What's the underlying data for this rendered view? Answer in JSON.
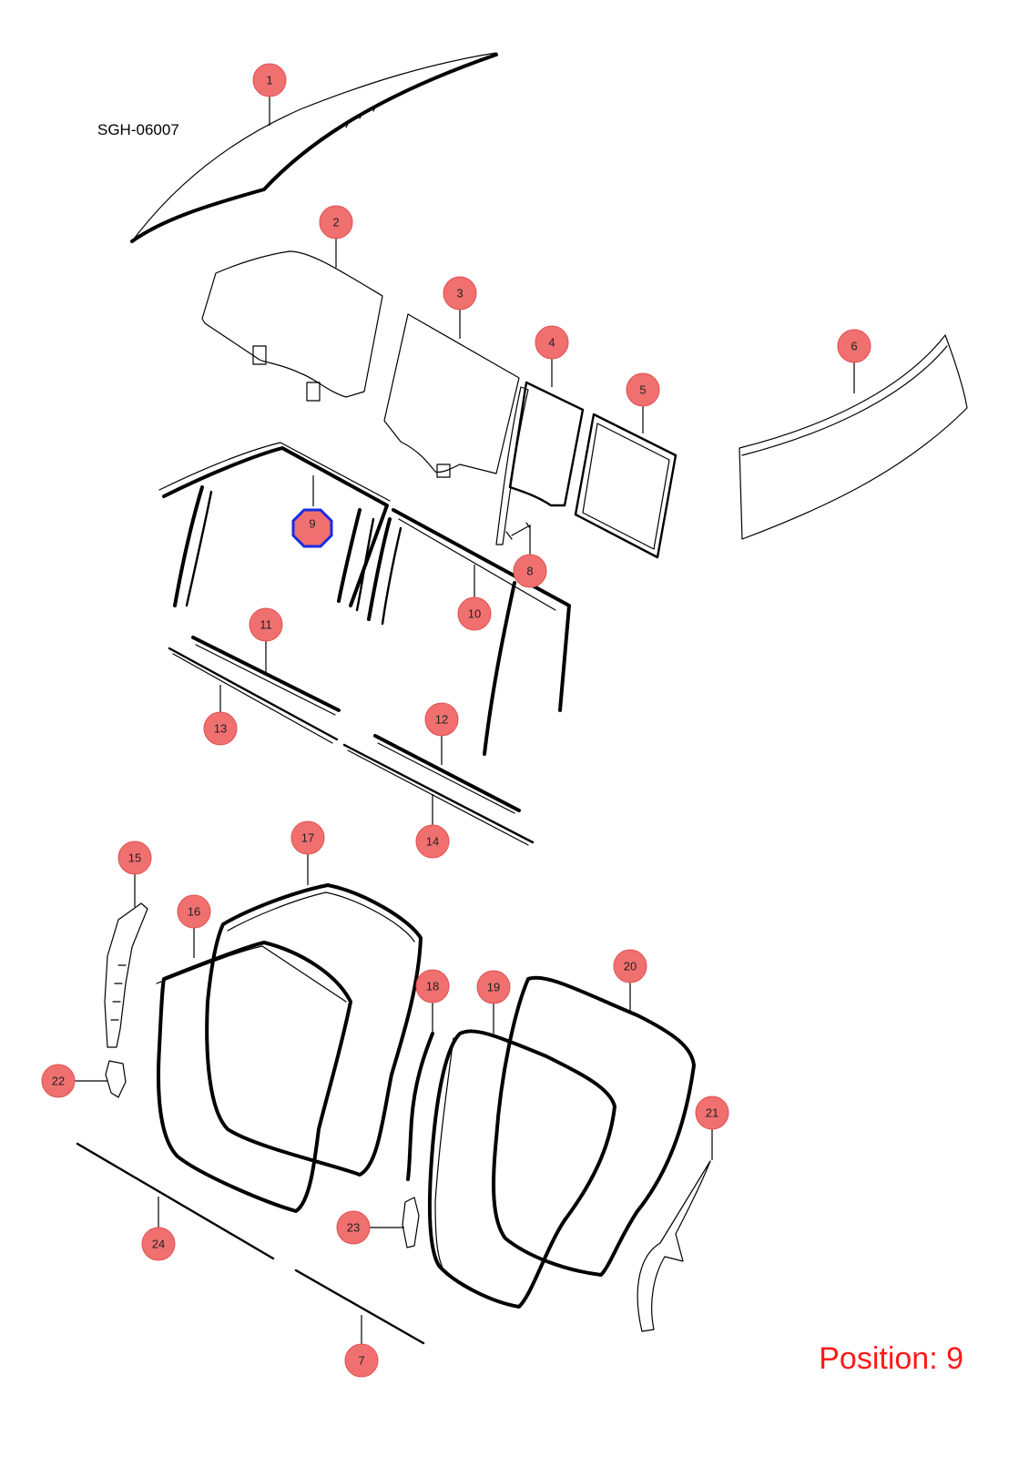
{
  "drawing_code": "SGH-06007",
  "position_label": "Position: 9",
  "selected_callout": "9",
  "colors": {
    "callout_fill": "#f07070",
    "selection_outline": "#1a2be0",
    "position_text": "#ff1a1a"
  },
  "callouts": [
    "1",
    "2",
    "3",
    "4",
    "5",
    "6",
    "7",
    "8",
    "9",
    "10",
    "11",
    "12",
    "13",
    "14",
    "15",
    "16",
    "17",
    "18",
    "19",
    "20",
    "21",
    "22",
    "23",
    "24"
  ]
}
